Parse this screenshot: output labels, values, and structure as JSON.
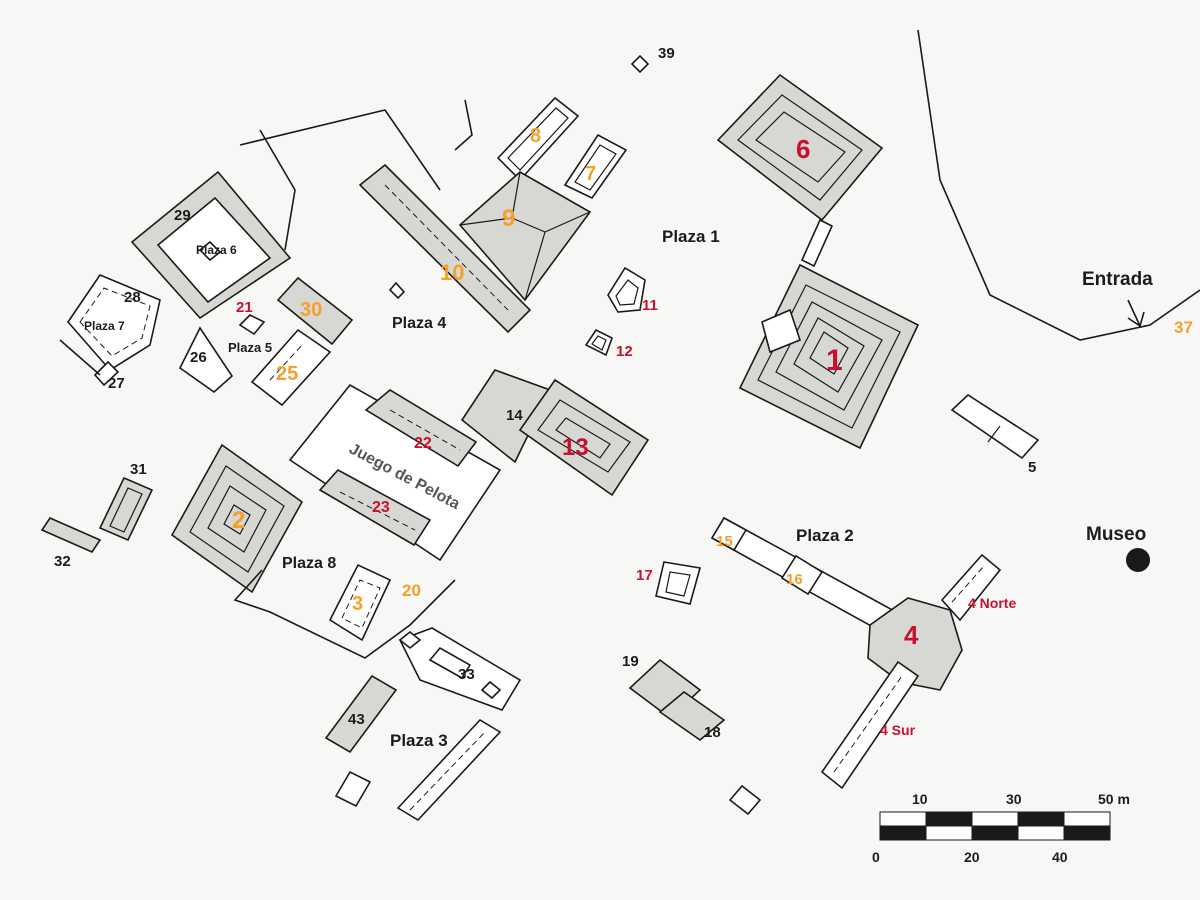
{
  "colors": {
    "red": "#c8102e",
    "orange": "#f5a02a",
    "black": "#1c1c1c",
    "background": "#f7f7f5"
  },
  "labels": {
    "plaza1": "Plaza 1",
    "plaza2": "Plaza 2",
    "plaza3": "Plaza 3",
    "plaza4": "Plaza 4",
    "plaza5": "Plaza 5",
    "plaza6": "Plaza 6",
    "plaza7": "Plaza 7",
    "plaza8": "Plaza 8",
    "juego_pelota": "Juego de Pelota",
    "entrada": "Entrada",
    "museo": "Museo",
    "norte4": "4 Norte",
    "sur4": "4 Sur"
  },
  "structures": {
    "s1": "1",
    "s2": "2",
    "s3": "3",
    "s4": "4",
    "s5": "5",
    "s6": "6",
    "s7": "7",
    "s8": "8",
    "s9": "9",
    "s10": "10",
    "s11": "11",
    "s12": "12",
    "s13": "13",
    "s14": "14",
    "s15": "15",
    "s16": "16",
    "s17": "17",
    "s18": "18",
    "s19": "19",
    "s20": "20",
    "s21": "21",
    "s22": "22",
    "s23": "23",
    "s25": "25",
    "s26": "26",
    "s27": "27",
    "s28": "28",
    "s29": "29",
    "s30": "30",
    "s31": "31",
    "s32": "32",
    "s33": "33",
    "s37": "37",
    "s39": "39",
    "s43": "43"
  },
  "scale": {
    "unit": "m",
    "top_ticks": [
      "10",
      "30",
      "50 m"
    ],
    "bottom_ticks": [
      "0",
      "20",
      "40"
    ]
  }
}
